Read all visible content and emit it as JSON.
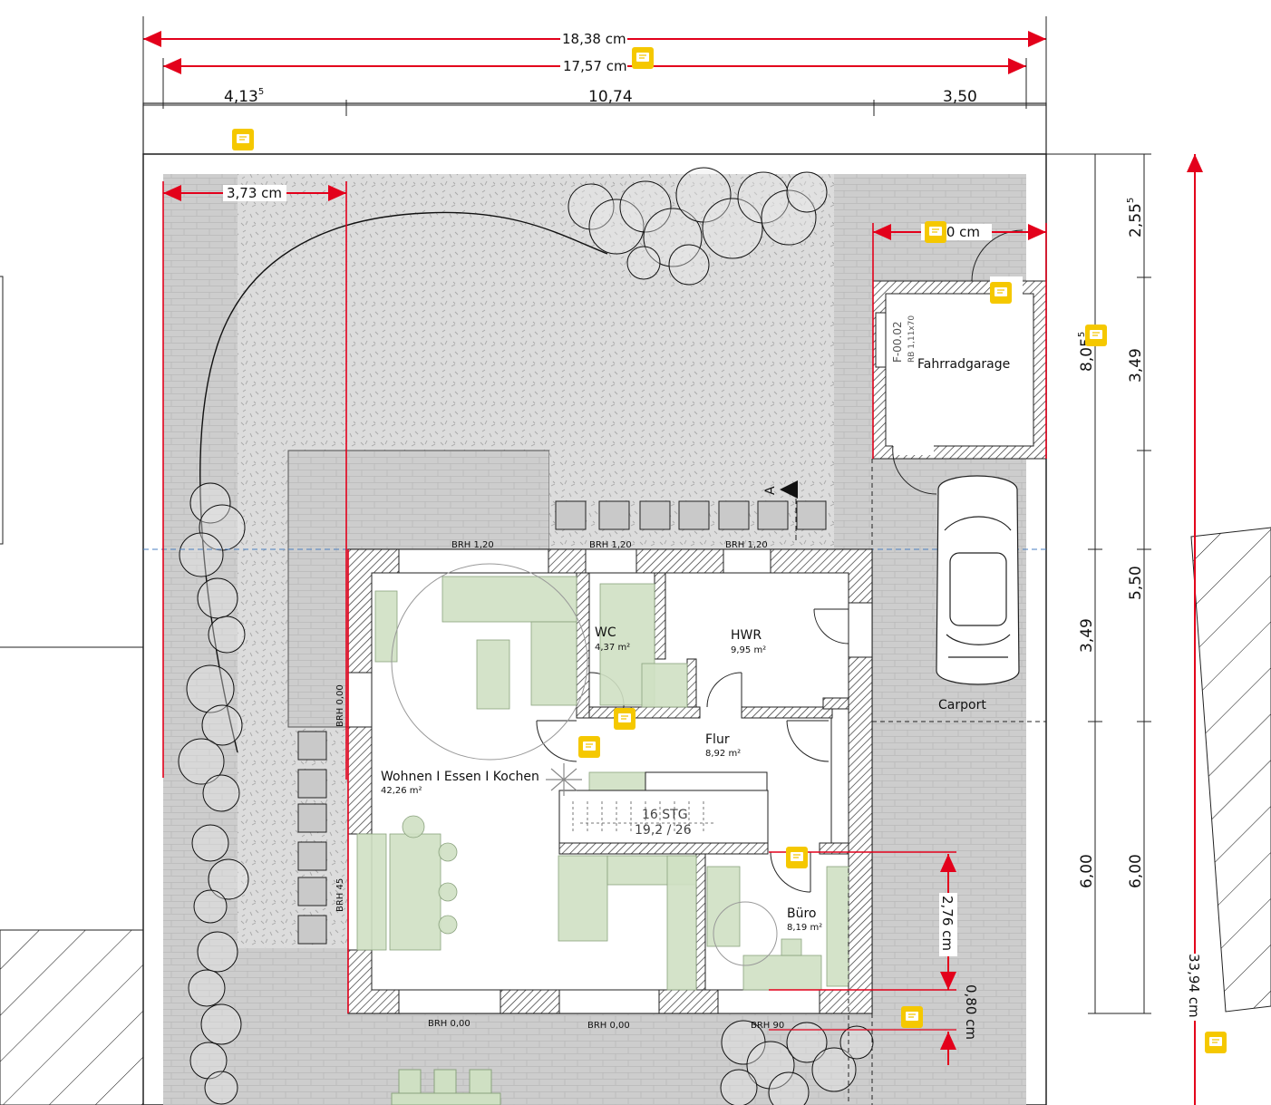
{
  "dimensions": {
    "overall_width": "18,38 cm",
    "overall_width_inner": "17,57 cm",
    "seg_left": "4,13",
    "seg_left_sup": "5",
    "seg_mid": "10,74",
    "seg_right": "3,50",
    "lawn_width": "3,73 cm",
    "garage_width": "3,50 cm",
    "right_a_top": "2,55",
    "right_a_top_sup": "5",
    "right_a_mid": "3,49",
    "right_a_5": "5,50",
    "right_a_6": "6,00",
    "right_b_total": "8,05",
    "right_b_total_sup": "5",
    "right_b_mid": "3,49",
    "right_b_6": "6,00",
    "total_height": "33,94 cm",
    "buero_depth": "2,76 cm",
    "buero_offset": "0,80 cm"
  },
  "rooms": [
    {
      "name": "WC",
      "area": "4,37 m²"
    },
    {
      "name": "HWR",
      "area": "9,95 m²"
    },
    {
      "name": "Flur",
      "area": "8,92 m²"
    },
    {
      "name": "Wohnen I Essen I Kochen",
      "area": "42,26 m²"
    },
    {
      "name": "Büro",
      "area": "8,19 m²"
    }
  ],
  "labels": {
    "fahrradgarage": "Fahrradgarage",
    "carport": "Carport",
    "window_id": "F-00.02",
    "window_spec": "RB 1,11x70",
    "stairs_count": "16 STG",
    "stairs_ratio": "19,2 / 26",
    "section_marker": "A",
    "brh_top_1": "BRH 1,20",
    "brh_top_2": "BRH 1,20",
    "brh_top_3": "BRH 1,20",
    "brh_left_1": "BRH 0,00",
    "brh_left_2": "BRH 45",
    "brh_bottom_1": "BRH 0,00",
    "brh_bottom_2": "BRH 0,00",
    "brh_bottom_3": "BRH 90"
  },
  "colors": {
    "dimension_red": "#e3001b",
    "comment_yellow": "#f5c800",
    "furniture_green": "#cfe0c3",
    "paving_gray": "#c9c9c9",
    "lawn_gray": "#dedede"
  }
}
